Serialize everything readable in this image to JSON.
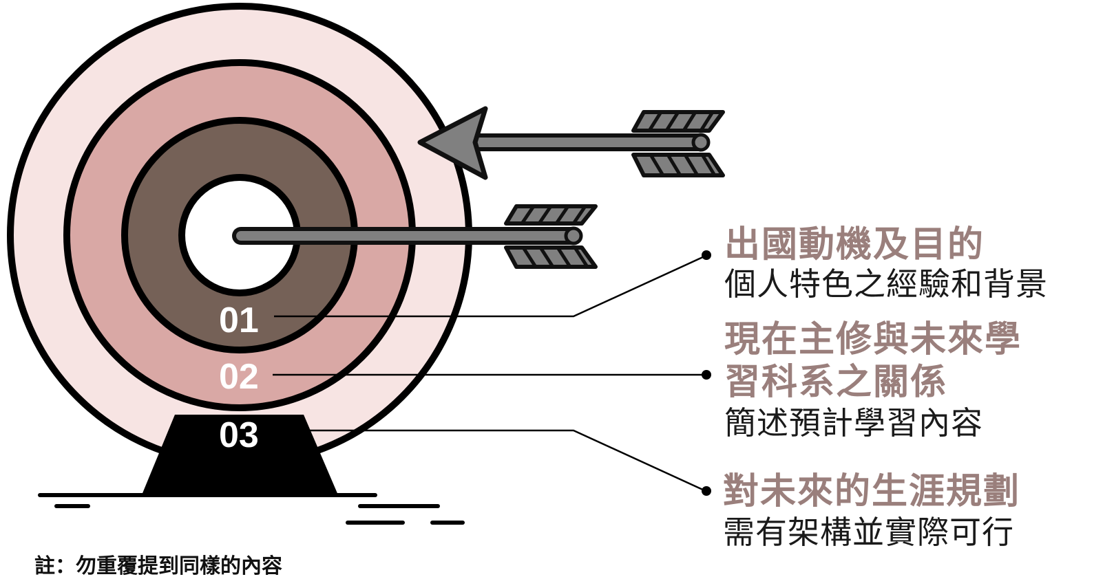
{
  "target": {
    "ring_numbers": [
      "01",
      "02",
      "03"
    ],
    "colors": {
      "outer_ring": "#f7e4e3",
      "middle_ring": "#d9a8a5",
      "inner_ring": "#756157",
      "center": "#ffffff",
      "stand": "#000000",
      "arrow": "#808080"
    }
  },
  "items": [
    {
      "number": "01",
      "title": "出國動機及目的",
      "subtitle": "個人特色之經驗和背景"
    },
    {
      "number": "02",
      "title_line1": "現在主修與未來學",
      "title_line2": "習科系之關係",
      "subtitle": "簡述預計學習內容"
    },
    {
      "number": "03",
      "title": "對未來的生涯規劃",
      "subtitle": "需有架構並實際可行"
    }
  ],
  "note": "註：勿重覆提到同樣的內容"
}
